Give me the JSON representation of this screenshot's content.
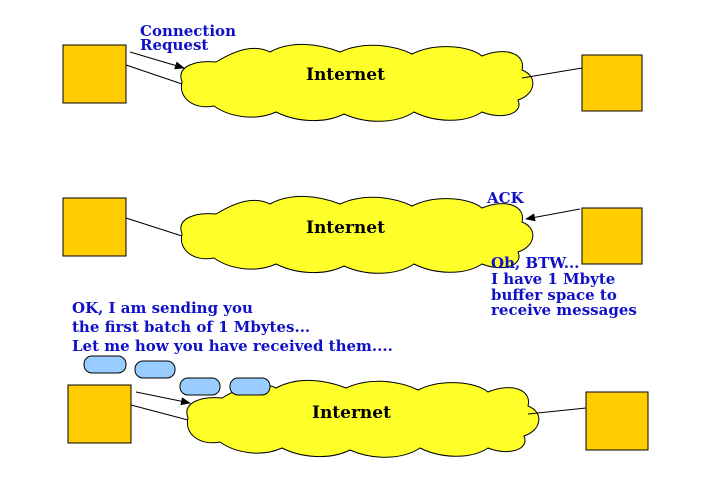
{
  "colors": {
    "host_fill": "#ffcc00",
    "cloud_fill": "#ffff2a",
    "packet_fill": "#99ccff",
    "text_blue": "#1010c8",
    "line": "#000000"
  },
  "panel1": {
    "cloud_label": "Internet",
    "request_line1": "Connection",
    "request_line2": "Request"
  },
  "panel2": {
    "cloud_label": "Internet",
    "ack_label": "ACK",
    "note_line1": "Oh, BTW...",
    "note_line2": "I have 1 Mbyte",
    "note_line3": "buffer space to",
    "note_line4": "receive messages"
  },
  "panel3": {
    "cloud_label": "Internet",
    "msg_line1": "OK, I am sending you",
    "msg_line2": "the first batch of 1 Mbytes...",
    "msg_line3": "Let me how you have received them...."
  }
}
